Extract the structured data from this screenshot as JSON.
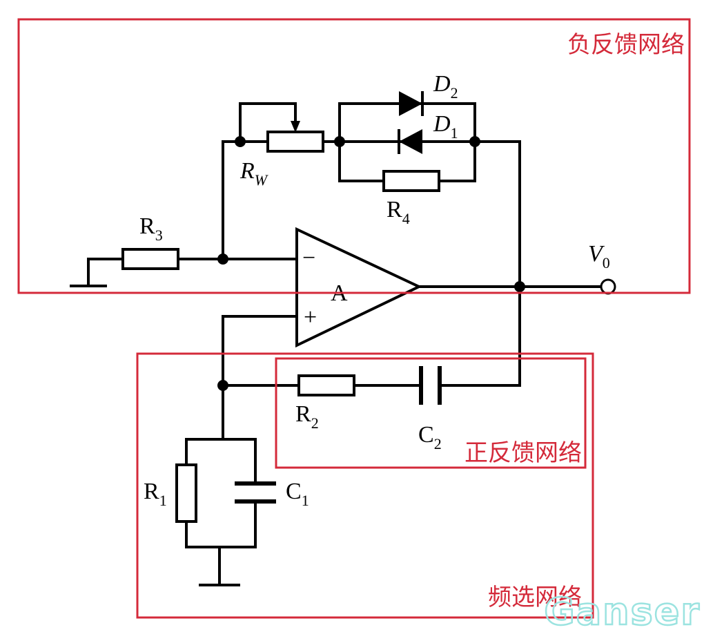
{
  "colors": {
    "box": "#d42a3a",
    "watermark": "#9be3e0",
    "line": "#000000"
  },
  "regions": {
    "negative_feedback": "负反馈网络",
    "positive_feedback": "正反馈网络",
    "frequency_select": "频选网络"
  },
  "components": {
    "R1": {
      "main": "R",
      "sub": "1"
    },
    "R2": {
      "main": "R",
      "sub": "2"
    },
    "R3": {
      "main": "R",
      "sub": "3"
    },
    "R4": {
      "main": "R",
      "sub": "4"
    },
    "RW": {
      "main": "R",
      "sub": "W"
    },
    "C1": {
      "main": "C",
      "sub": "1"
    },
    "C2": {
      "main": "C",
      "sub": "2"
    },
    "D1": {
      "main": "D",
      "sub": "1"
    },
    "D2": {
      "main": "D",
      "sub": "2"
    },
    "amp": "A",
    "minus": "−",
    "plus": "+",
    "output": {
      "main": "V",
      "sub": "0"
    }
  },
  "watermark": "Ganser"
}
